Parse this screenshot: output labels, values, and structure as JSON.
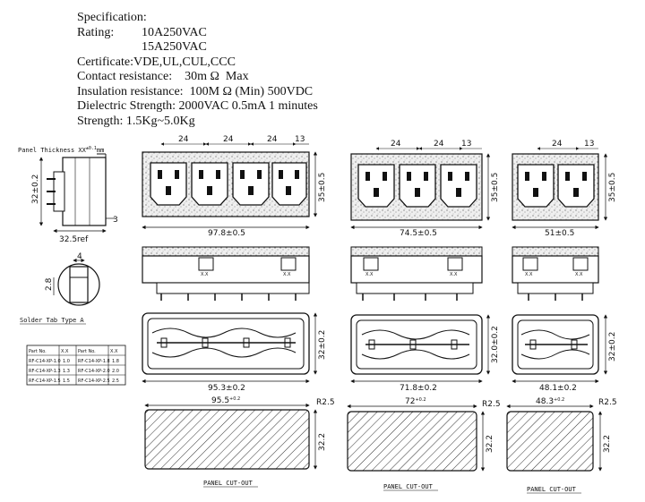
{
  "spec": {
    "heading": "Specification:",
    "rating_label": "Rating:",
    "rating_1": "10A250VAC",
    "rating_2": "15A250VAC",
    "certificate": "Certificate:VDE,UL,CUL,CCC",
    "contact": "Contact resistance:    30m Ω  Max",
    "insulation": "Insulation resistance:  100M Ω (Min) 500VDC",
    "dielectric": "Dielectric Strength: 2000VAC 0.5mA 1 minutes",
    "strength": "Strength: 1.5Kg~5.0Kg"
  },
  "side": {
    "panel_thickness": "Panel Thickness XX",
    "panel_tol": "±0.1",
    "panel_unit": "mm",
    "height": "32±0.2",
    "ref": "32.5ref",
    "three": "3",
    "tab_width": "4",
    "tab_height": "2.8",
    "tab_caption": "Solder Tab Type A"
  },
  "table": {
    "headers": [
      "Part No.",
      "X.X",
      "Part No.",
      "X.X"
    ],
    "rows": [
      [
        "RF-C14-XP-1.0",
        "1.0",
        "RF-C14-XP-1.8",
        "1.8"
      ],
      [
        "RF-C14-XP-1.3",
        "1.3",
        "RF-C14-XP-2.0",
        "2.0"
      ],
      [
        "RF-C14-XP-1.5",
        "1.5",
        "RF-C14-XP-2.5",
        "2.5"
      ]
    ]
  },
  "quad": {
    "pitch": "24",
    "end": "13",
    "width": "97.8±0.5",
    "height": "35±0.5",
    "base_width": "95.3±0.2",
    "base_height": "32±0.2",
    "cut_width": "95.5",
    "cut_tol": "+0.2",
    "cut_height": "32.2",
    "radius": "R2.5",
    "xx": "X.X",
    "caption": "PANEL CUT-OUT"
  },
  "triple": {
    "pitch": "24",
    "end": "13",
    "width": "74.5±0.5",
    "height": "35±0.5",
    "base_width": "71.8±0.2",
    "base_height": "32.0±0.2",
    "cut_width": "72",
    "cut_tol": "+0.2",
    "cut_height": "32.2",
    "radius": "R2.5",
    "xx": "X.X",
    "caption": "PANEL CUT-OUT"
  },
  "double": {
    "pitch": "24",
    "end": "13",
    "width": "51±0.5",
    "height": "35±0.5",
    "base_width": "48.1±0.2",
    "base_height": "32±0.2",
    "cut_width": "48.3",
    "cut_tol": "+0.2",
    "cut_height": "32.2",
    "radius": "R2.5",
    "xx": "X.X",
    "caption": "PANEL CUT-OUT"
  }
}
